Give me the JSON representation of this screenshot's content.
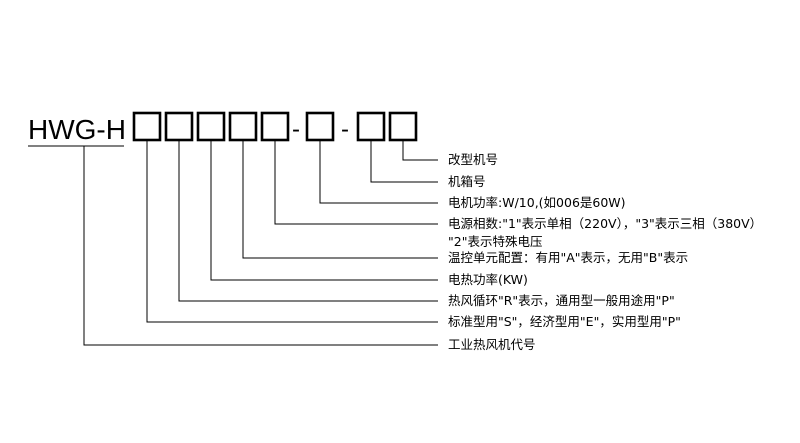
{
  "code_prefix": "HWG-H",
  "separator": "-",
  "labels": {
    "modification_no": "改型机号",
    "cabinet_no": "机箱号",
    "motor_power": "电机功率:W/10,(如006是60W)",
    "power_phase_line1": "电源相数:\"1\"表示单相（220V），\"3\"表示三相（380V）",
    "power_phase_line2": "\"2\"表示特殊电压",
    "temperature_control": "温控单元配置：有用\"A\"表示，无用\"B\"表示",
    "heating_power": "电热功率(KW)",
    "hot_air_circulation": "热风循环\"R\"表示，通用型一般用途用\"P\"",
    "standard_type": "标准型用\"S\"，经济型用\"E\"，实用型用\"P\"",
    "industrial_code": "工业热风机代号"
  }
}
